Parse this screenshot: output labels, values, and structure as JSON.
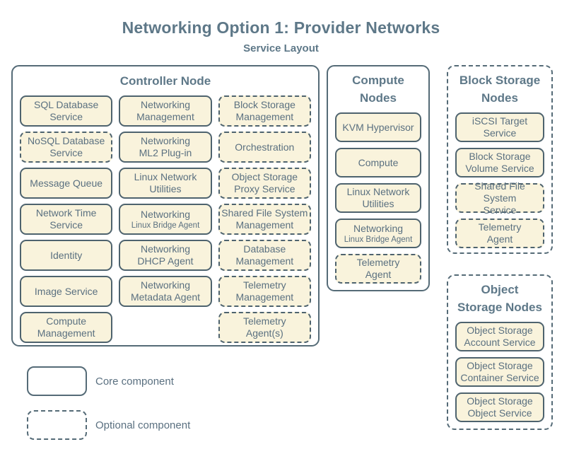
{
  "header": {
    "title": "Networking Option 1: Provider Networks",
    "subtitle": "Service Layout"
  },
  "colors": {
    "box_fill": "#f9f3dc",
    "box_border": "#4e636e",
    "text": "#5a7080",
    "heading": "#5e7888",
    "container_border": "#556b77"
  },
  "groups": [
    {
      "title": "Controller Node",
      "style": "solid",
      "cells": [
        {
          "lines": [
            "SQL Database",
            "Service"
          ],
          "style": "solid"
        },
        {
          "lines": [
            "Networking",
            "Management"
          ],
          "style": "solid"
        },
        {
          "lines": [
            "Block Storage",
            "Management"
          ],
          "style": "dashed"
        },
        {
          "lines": [
            "NoSQL Database",
            "Service"
          ],
          "style": "dashed"
        },
        {
          "lines": [
            "Networking",
            "ML2 Plug-in"
          ],
          "style": "solid"
        },
        {
          "lines": [
            "Orchestration"
          ],
          "style": "dashed"
        },
        {
          "lines": [
            "Message Queue"
          ],
          "style": "solid"
        },
        {
          "lines": [
            "Linux Network",
            "Utilities"
          ],
          "style": "solid"
        },
        {
          "lines": [
            "Object Storage",
            "Proxy Service"
          ],
          "style": "dashed"
        },
        {
          "lines": [
            "Network Time",
            "Service"
          ],
          "style": "solid"
        },
        {
          "lines": [
            "Networking"
          ],
          "sub": "Linux Bridge Agent",
          "style": "solid"
        },
        {
          "lines": [
            "Shared File System",
            "Management"
          ],
          "style": "dashed"
        },
        {
          "lines": [
            "Identity"
          ],
          "style": "solid"
        },
        {
          "lines": [
            "Networking",
            "DHCP Agent"
          ],
          "style": "solid"
        },
        {
          "lines": [
            "Database",
            "Management"
          ],
          "style": "dashed"
        },
        {
          "lines": [
            "Image Service"
          ],
          "style": "solid"
        },
        {
          "lines": [
            "Networking",
            "Metadata Agent"
          ],
          "style": "solid"
        },
        {
          "lines": [
            "Telemetry",
            "Management"
          ],
          "style": "dashed"
        },
        {
          "lines": [
            "Compute",
            "Management"
          ],
          "style": "solid"
        },
        {
          "empty": true
        },
        {
          "lines": [
            "Telemetry",
            "Agent(s)"
          ],
          "style": "dashed"
        }
      ]
    },
    {
      "title": "Compute\nNodes",
      "style": "solid",
      "cells": [
        {
          "lines": [
            "KVM Hypervisor"
          ],
          "style": "solid"
        },
        {
          "lines": [
            "Compute"
          ],
          "style": "solid"
        },
        {
          "lines": [
            "Linux Network",
            "Utilities"
          ],
          "style": "solid"
        },
        {
          "lines": [
            "Networking"
          ],
          "sub": "Linux Bridge Agent",
          "style": "solid"
        },
        {
          "lines": [
            "Telemetry",
            "Agent"
          ],
          "style": "dashed"
        }
      ]
    },
    {
      "title": "Block Storage\nNodes",
      "style": "dashed",
      "cells": [
        {
          "lines": [
            "iSCSI Target",
            "Service"
          ],
          "style": "solid"
        },
        {
          "lines": [
            "Block Storage",
            "Volume Service"
          ],
          "style": "solid"
        },
        {
          "lines": [
            "Shared File System",
            "Service"
          ],
          "style": "dashed"
        },
        {
          "lines": [
            "Telemetry",
            "Agent"
          ],
          "style": "dashed"
        }
      ]
    },
    {
      "title": "Object\nStorage Nodes",
      "style": "dashed",
      "cells": [
        {
          "lines": [
            "Object Storage",
            "Account Service"
          ],
          "style": "solid"
        },
        {
          "lines": [
            "Object Storage",
            "Container Service"
          ],
          "style": "solid"
        },
        {
          "lines": [
            "Object Storage",
            "Object Service"
          ],
          "style": "solid"
        }
      ]
    }
  ],
  "legend": {
    "items": [
      {
        "label": "Core component",
        "style": "solid"
      },
      {
        "label": "Optional component",
        "style": "dashed"
      }
    ]
  }
}
